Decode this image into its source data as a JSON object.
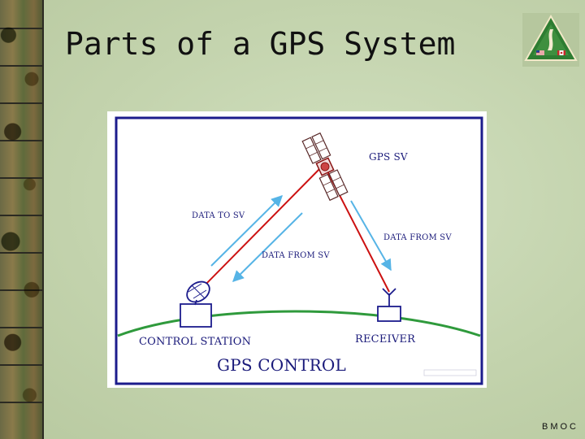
{
  "slide": {
    "title": "Parts of a GPS System",
    "footer": "BMOC"
  },
  "logo": {
    "icon": "bmoc-triangle-logo",
    "flags": [
      "us-flag",
      "canada-flag"
    ]
  },
  "diagram": {
    "labels": {
      "satellite": "GPS SV",
      "data_to_sv": "DATA TO SV",
      "data_from_sv_left": "DATA FROM SV",
      "data_from_sv_right": "DATA FROM SV",
      "control_station": "CONTROL STATION",
      "receiver": "RECEIVER",
      "caption": "GPS CONTROL"
    },
    "colors": {
      "frame_border": "#1c1c8c",
      "signal_line": "#cc1111",
      "data_arrow": "#56b4e6",
      "ground": "#2f9a3c",
      "label_text": "#1a1a7a"
    }
  }
}
